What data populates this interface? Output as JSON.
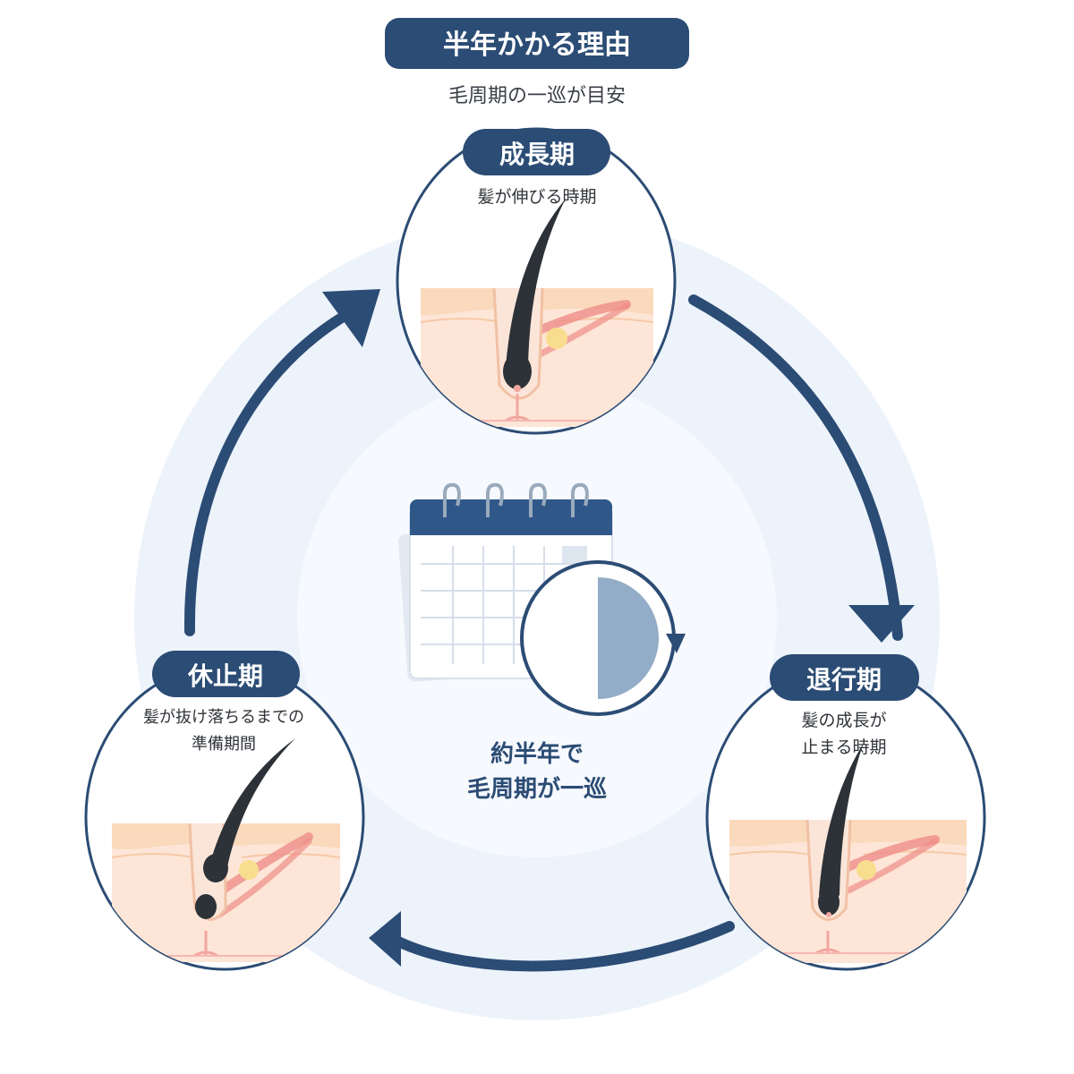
{
  "header": {
    "title": "半年かかる理由",
    "subtitle": "毛周期の一巡が目安"
  },
  "phases": [
    {
      "id": "growth",
      "label": "成長期",
      "desc_lines": [
        "髪が伸びる時期"
      ]
    },
    {
      "id": "regression",
      "label": "退行期",
      "desc_lines": [
        "髪の成長が",
        "止まる時期"
      ]
    },
    {
      "id": "resting",
      "label": "休止期",
      "desc_lines": [
        "髪が抜け落ちるまでの",
        "準備期間"
      ]
    }
  ],
  "center": {
    "lines": [
      "約半年で",
      "毛周期が一巡"
    ],
    "progress_fraction": 0.5
  },
  "colors": {
    "navy": "#2b4c74",
    "ring_outer": "#edf3fb",
    "ring_inner": "#f3f7fc",
    "skin": "#fde6d7",
    "skin_top": "#fad9bc",
    "hair": "#2d3238",
    "sebaceous": "#f8dd8e",
    "muscle": "#ee8d88",
    "calendar_blue": "#2f5889",
    "clock_fill": "#93acc8"
  },
  "icons": [
    "calendar-icon",
    "clock-icon",
    "cycle-arrow-icon",
    "hair-follicle-icon"
  ]
}
